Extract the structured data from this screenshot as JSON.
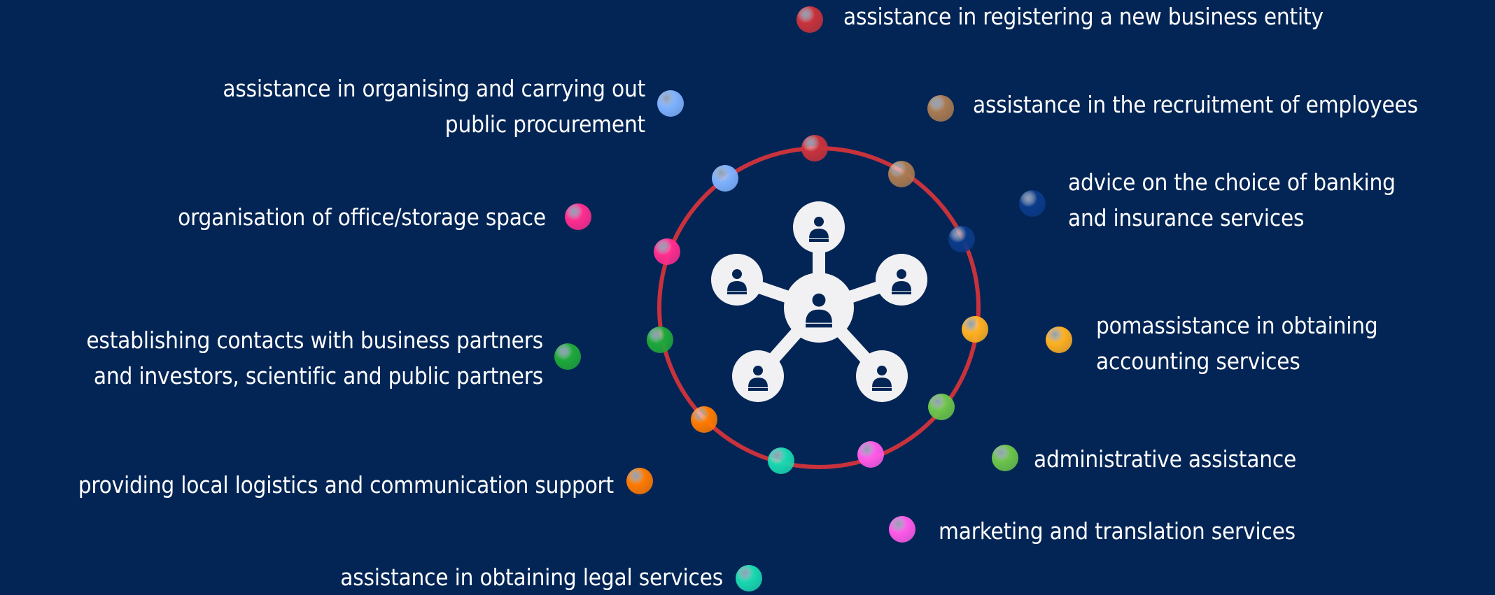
{
  "colors": {
    "background": "#032555",
    "ring": "#c8323c",
    "icon": "#f1f1f3"
  },
  "center_icon": "network-people-icon",
  "items": [
    {
      "id": "registering-business-entity",
      "lines": [
        "assistance in registering a new business entity"
      ],
      "color": "#c8323c"
    },
    {
      "id": "public-procurement",
      "lines": [
        "assistance in organising and carrying out",
        "public procurement"
      ],
      "color": "#7fb2ff"
    },
    {
      "id": "recruitment-employees",
      "lines": [
        "assistance in the recruitment of employees"
      ],
      "color": "#a87a52"
    },
    {
      "id": "office-storage-space",
      "lines": [
        "organisation of office/storage space"
      ],
      "color": "#ff2d8f"
    },
    {
      "id": "banking-insurance",
      "lines": [
        "advice on the choice of banking",
        "and insurance services"
      ],
      "color": "#0a3a88"
    },
    {
      "id": "business-partners",
      "lines": [
        "establishing contacts with business partners",
        "and investors, scientific and public partners"
      ],
      "color": "#1ea83a"
    },
    {
      "id": "accounting-services",
      "lines": [
        "pomassistance in obtaining",
        "accounting services"
      ],
      "color": "#ffb020"
    },
    {
      "id": "administrative-assistance",
      "lines": [
        "administrative assistance"
      ],
      "color": "#6cc44a"
    },
    {
      "id": "logistics-communication",
      "lines": [
        "providing local logistics and communication support"
      ],
      "color": "#ff7a00"
    },
    {
      "id": "marketing-translation",
      "lines": [
        "marketing and translation services"
      ],
      "color": "#ff5ae8"
    },
    {
      "id": "legal-services",
      "lines": [
        "assistance in obtaining legal services"
      ],
      "color": "#19d8b0"
    }
  ]
}
